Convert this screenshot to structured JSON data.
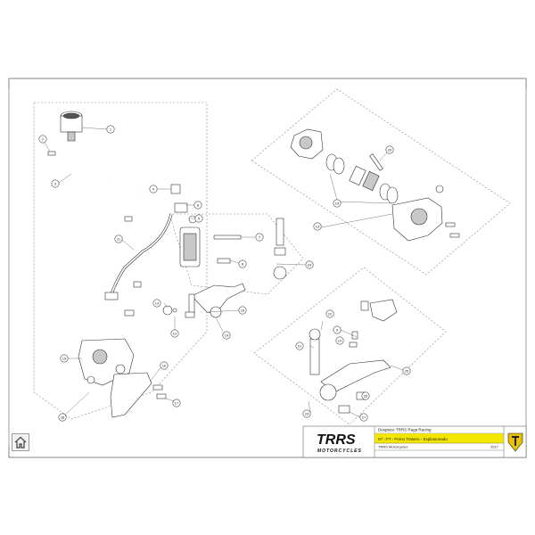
{
  "title_block": {
    "line1": "Despiece TRRS Raga Racing",
    "line2": "07 - FT - Freno Trasero - Explosionado",
    "line3": "TRRS Motorcycles",
    "year": "2017"
  },
  "logo": {
    "text": "TRRS",
    "subtext": "MOTORCYCLES"
  },
  "callouts": [
    "1",
    "2",
    "3",
    "4",
    "5",
    "6",
    "7",
    "8",
    "9",
    "10",
    "11",
    "12",
    "13",
    "14",
    "15",
    "16",
    "17",
    "18",
    "19",
    "20",
    "21",
    "22",
    "23",
    "24",
    "25",
    "26",
    "27",
    "28"
  ],
  "icons": {
    "home": "home-icon"
  },
  "colors": {
    "accent_yellow": "#f3e600",
    "ink": "#222222"
  }
}
